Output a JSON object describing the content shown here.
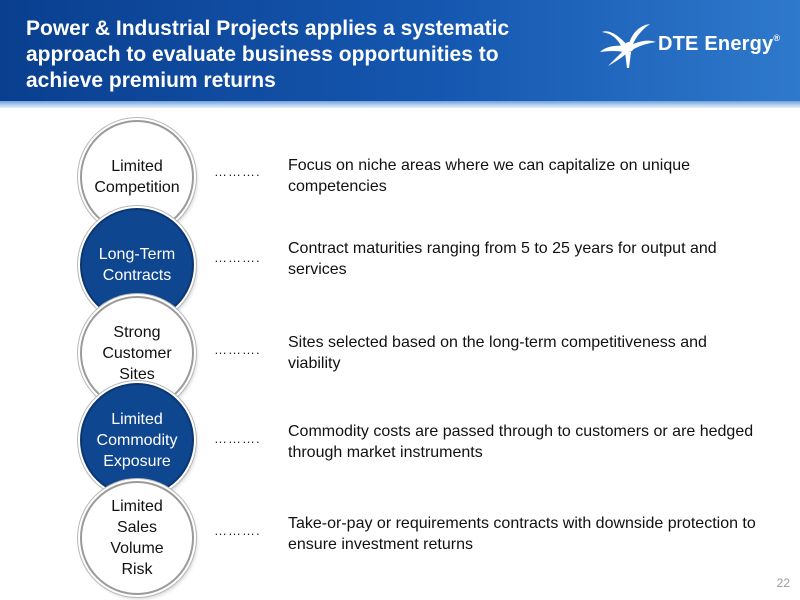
{
  "header": {
    "title": "Power & Industrial Projects applies a systematic approach to evaluate business opportunities to achieve premium returns",
    "logo_text": "DTE Energy",
    "logo_mark": "®",
    "accent": "#0f4690"
  },
  "rows": [
    {
      "label": "Limited\nCompetition",
      "style": "white",
      "leader": "……….",
      "description": "Focus on niche areas where we can capitalize on unique competencies"
    },
    {
      "label": "Long-Term\nContracts",
      "style": "blue",
      "leader": "……….",
      "description": "Contract maturities ranging from 5 to 25 years for output and services"
    },
    {
      "label": "Strong\nCustomer\nSites",
      "style": "white",
      "leader": "……….",
      "description": "Sites selected based on the long-term competitiveness and viability"
    },
    {
      "label": "Limited\nCommodity\nExposure",
      "style": "blue",
      "leader": "……….",
      "description": "Commodity costs are passed through to customers or are hedged through market instruments"
    },
    {
      "label": "Limited\nSales\nVolume\nRisk",
      "style": "white",
      "leader": "……….",
      "description": "Take-or-pay or requirements contracts with downside protection to ensure investment returns"
    }
  ],
  "footer": {
    "page_number": "22"
  }
}
